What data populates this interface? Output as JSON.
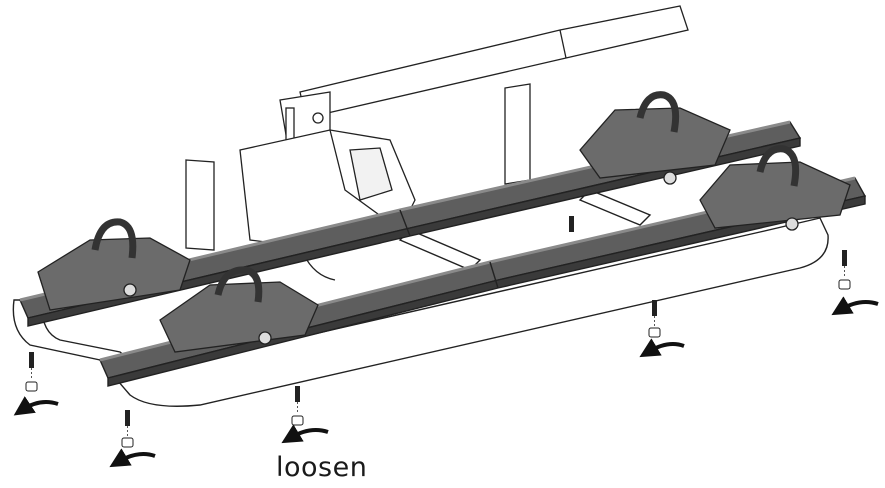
{
  "caption": "loosen",
  "colors": {
    "rail": "#5e5e5e",
    "rail_dark": "#3a3a3a",
    "rail_light": "#8a8a8a",
    "outline": "#222222",
    "frame": "#ffffff",
    "arrow": "#111111"
  },
  "bolt_count": 6,
  "icons": [
    "bike-rack-assembly",
    "bolt-icon",
    "nut-icon",
    "rotate-ccw-arrow-icon"
  ]
}
